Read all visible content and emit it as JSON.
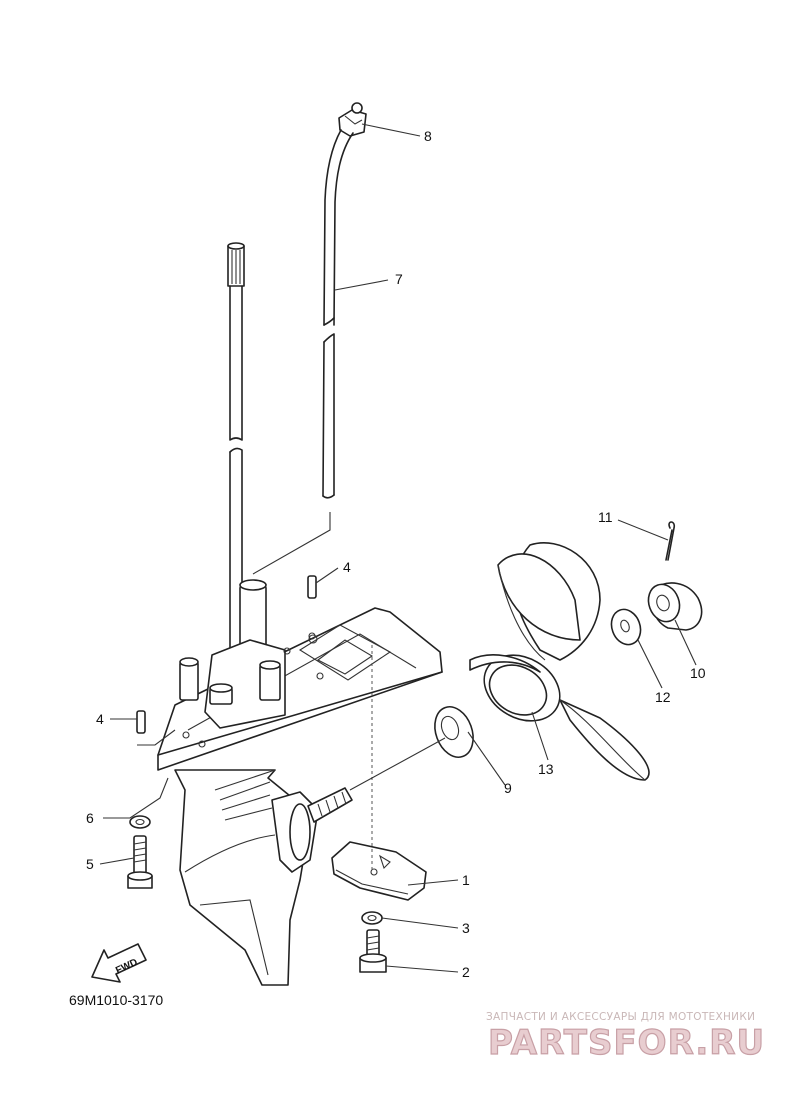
{
  "diagram": {
    "code": "69M1010-3170",
    "fwd_label": "FWD",
    "callouts": [
      {
        "id": "c1",
        "number": "1"
      },
      {
        "id": "c2",
        "number": "2"
      },
      {
        "id": "c3",
        "number": "3"
      },
      {
        "id": "c4a",
        "number": "4"
      },
      {
        "id": "c4b",
        "number": "4"
      },
      {
        "id": "c5",
        "number": "5"
      },
      {
        "id": "c6",
        "number": "6"
      },
      {
        "id": "c7",
        "number": "7"
      },
      {
        "id": "c8",
        "number": "8"
      },
      {
        "id": "c9",
        "number": "9"
      },
      {
        "id": "c10",
        "number": "10"
      },
      {
        "id": "c11",
        "number": "11"
      },
      {
        "id": "c12",
        "number": "12"
      },
      {
        "id": "c13",
        "number": "13"
      }
    ]
  },
  "watermark": {
    "top_text": "ЗАПЧАСТИ И АКСЕССУАРЫ ДЛЯ МОТОТЕХНИКИ",
    "main_text": "PARTSFOR.RU",
    "colors": {
      "fill": "#e8cdd0",
      "stroke": "#c8a0a6",
      "top": "#c9b7b7"
    }
  }
}
